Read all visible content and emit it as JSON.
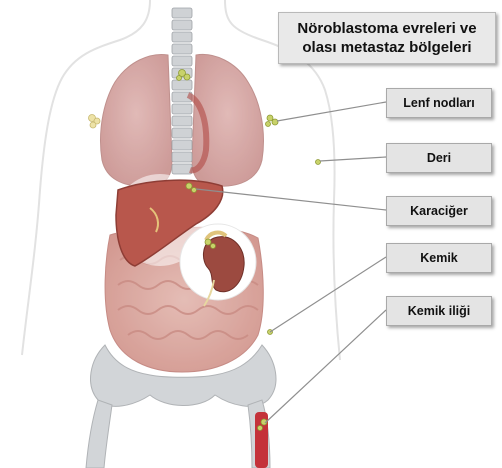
{
  "title": {
    "line1": "Nöroblastoma evreleri ve",
    "line2": "olası metastaz bölgeleri"
  },
  "labels": {
    "lymph_nodes": "Lenf nodları",
    "skin": "Deri",
    "liver": "Karaciğer",
    "bone": "Kemik",
    "bone_marrow": "Kemik iliği"
  },
  "colors": {
    "organ_pink": "#d9a3a0",
    "liver": "#b8574c",
    "kidney": "#9c4a40",
    "bone": "#d2d5d8",
    "marrow": "#c4323a",
    "tumor": "#c8d26a",
    "line": "#8f8f8f"
  }
}
